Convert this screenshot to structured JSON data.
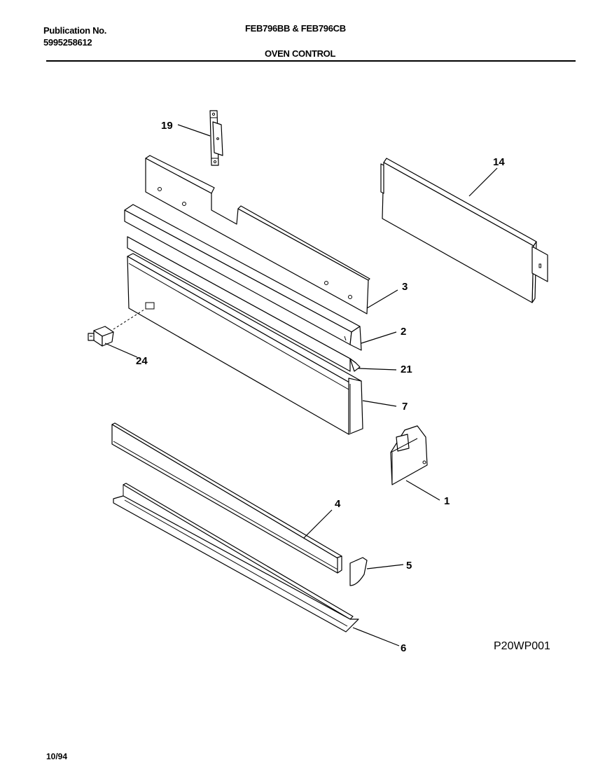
{
  "header": {
    "publication_label": "Publication No.",
    "publication_number": "5995258612",
    "model": "FEB796BB & FEB796CB",
    "section_title": "OVEN CONTROL"
  },
  "diagram": {
    "callouts": [
      "19",
      "14",
      "3",
      "2",
      "21",
      "7",
      "24",
      "1",
      "4",
      "5",
      "6"
    ],
    "code": "P20WP001"
  },
  "footer": {
    "date": "10/94"
  }
}
